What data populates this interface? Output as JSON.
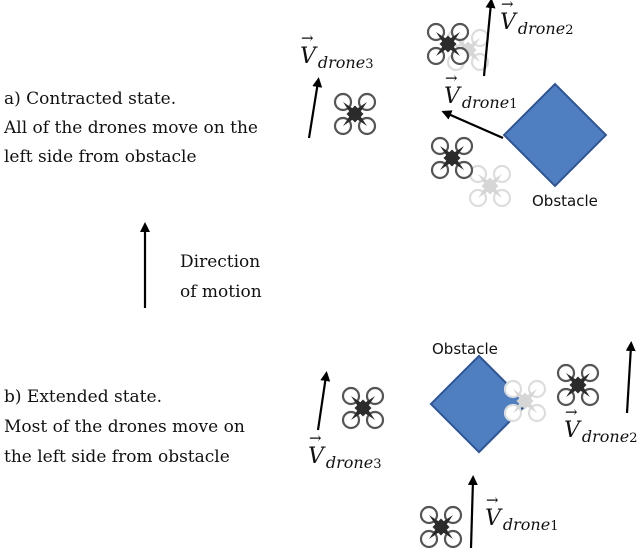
{
  "panel_a": {
    "caption_line1": "a) Contracted state.",
    "caption_line2": "All of the drones move on the",
    "caption_line3": "left side from obstacle",
    "obstacle_label": "Obstacle",
    "v1_sub": "drone",
    "v1_num": "1",
    "v2_sub": "drone",
    "v2_num": "2",
    "v3_sub": "drone",
    "v3_num": "3"
  },
  "direction": {
    "line1": "Direction",
    "line2": "of motion"
  },
  "panel_b": {
    "caption_line1": "b) Extended state.",
    "caption_line2": "Most of the drones move on",
    "caption_line3": "the left side from obstacle",
    "obstacle_label": "Obstacle",
    "v1_sub": "drone",
    "v1_num": "1",
    "v2_sub": "drone",
    "v2_num": "2",
    "v3_sub": "drone",
    "v3_num": "3"
  },
  "colors": {
    "obstacle_fill": "#4f7fc1",
    "obstacle_stroke": "#2f5597",
    "drone_body": "#2b2b2b",
    "drone_ghost": "#d0d0d0"
  }
}
